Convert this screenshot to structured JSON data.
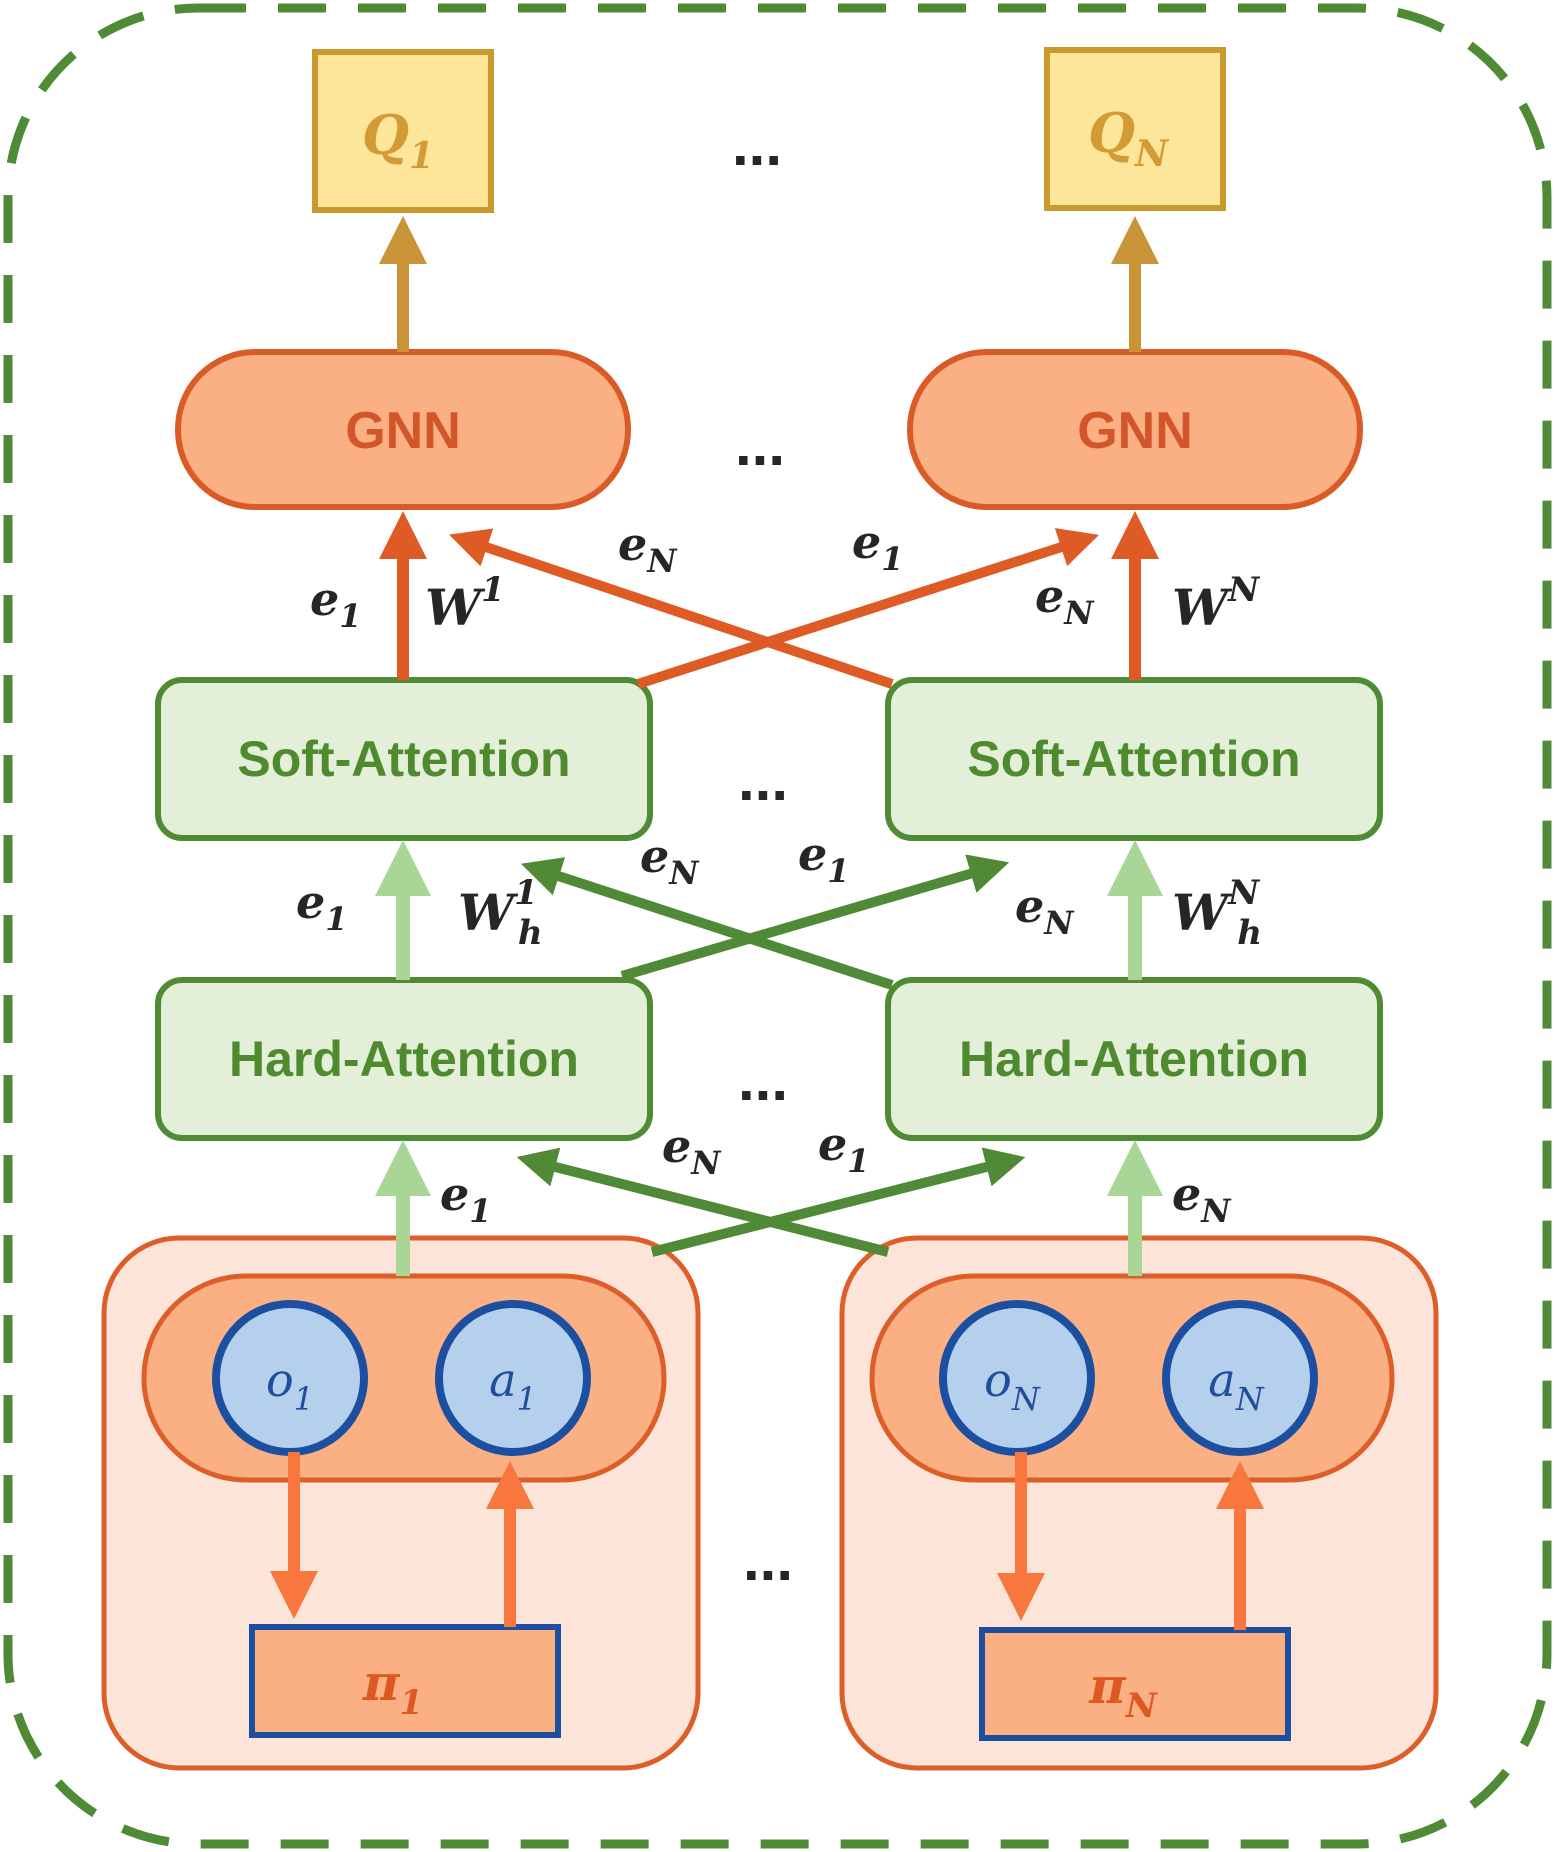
{
  "colors": {
    "outer_dash": "#4f8a35",
    "q_fill": "#fde59a",
    "q_stroke": "#cb9a2f",
    "q_text": "#d49a35",
    "gold_arrow": "#c99437",
    "gnn_fill": "#fbb083",
    "gnn_stroke": "#d95c28",
    "gnn_text": "#d2562a",
    "red_arrow": "#de5b26",
    "att_fill": "#e3efd9",
    "att_stroke": "#4e8b34",
    "att_text": "#4f8a2f",
    "green_arrow": "#508a36",
    "light_green_arrow": "#a9d597",
    "agent_outer_fill": "#fde4d8",
    "agent_outer_stroke": "#de5e2a",
    "agent_inner_fill": "#fbb083",
    "node_fill": "#b5d0ec",
    "node_stroke": "#1d4fa0",
    "node_text": "#1f4e9c",
    "pi_fill": "#fbb083",
    "pi_stroke": "#1d4fa0",
    "pi_text": "#dc5a22",
    "orange_arrow": "#f7773f",
    "text_dark": "#262626"
  },
  "icons": {
    "outer_frame": "dashed-rounded-rect",
    "node": "circle",
    "arrow": "filled-triangle-arrowhead"
  },
  "ellipsis": "...",
  "agents": [
    {
      "q": {
        "sym": "Q",
        "sub": "1"
      },
      "gnn": "GNN",
      "soft_attention": "Soft-Attention",
      "hard_attention": "Hard-Attention",
      "obs": {
        "sym": "o",
        "sub": "1"
      },
      "act": {
        "sym": "a",
        "sub": "1"
      },
      "policy": {
        "sym": "π",
        "sub": "1"
      },
      "weight_soft": {
        "sym": "W",
        "sup": "1"
      },
      "weight_hard": {
        "sym": "W",
        "sup": "1",
        "sub": "h"
      }
    },
    {
      "q": {
        "sym": "Q",
        "sub": "N"
      },
      "gnn": "GNN",
      "soft_attention": "Soft-Attention",
      "hard_attention": "Hard-Attention",
      "obs": {
        "sym": "o",
        "sub": "N"
      },
      "act": {
        "sym": "a",
        "sub": "N"
      },
      "policy": {
        "sym": "π",
        "sub": "N"
      },
      "weight_soft": {
        "sym": "W",
        "sup": "N"
      },
      "weight_hard": {
        "sym": "W",
        "sup": "N",
        "sub": "h"
      }
    }
  ],
  "edge_labels": {
    "e1": {
      "sym": "e",
      "sub": "1"
    },
    "eN": {
      "sym": "e",
      "sub": "N"
    }
  }
}
